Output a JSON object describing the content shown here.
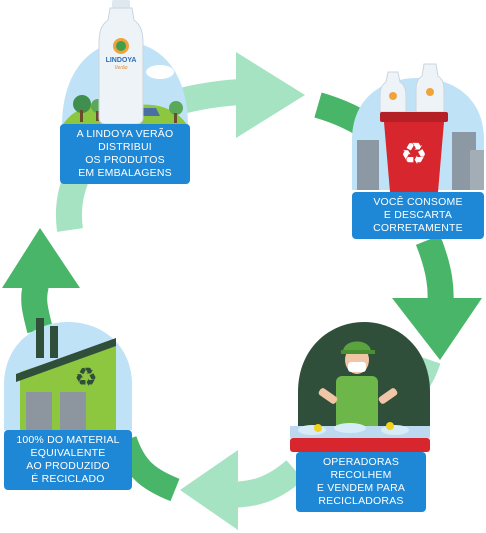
{
  "steps": [
    {
      "id": "distribute",
      "lines": [
        "A LINDOYA VERÃO",
        "DISTRIBUI",
        "OS PRODUTOS",
        "EM EMBALAGENS"
      ]
    },
    {
      "id": "consume",
      "lines": [
        "VOCÊ CONSOME",
        "E DESCARTA",
        "CORRETAMENTE"
      ]
    },
    {
      "id": "collect",
      "lines": [
        "OPERADORAS",
        "RECOLHEM",
        "E VENDEM PARA",
        "RECICLADORAS"
      ]
    },
    {
      "id": "recycle",
      "lines": [
        "100% DO MATERIAL",
        "EQUIVALENTE",
        "AO PRODUZIDO",
        "É RECICLADO"
      ]
    }
  ],
  "brand": {
    "name": "LINDOYA",
    "sub": "Verão"
  },
  "colors": {
    "label_bg": "#1e88d6",
    "arrow_light": "#8fd9b0",
    "arrow_dark": "#3fae5f",
    "bin_red": "#d7262e",
    "factory_green": "#8dc63f",
    "sky_blue": "#bfe2f7"
  },
  "icons": [
    "bottle-icon",
    "recycle-bin-icon",
    "worker-icon",
    "factory-icon",
    "recycle-icon"
  ]
}
